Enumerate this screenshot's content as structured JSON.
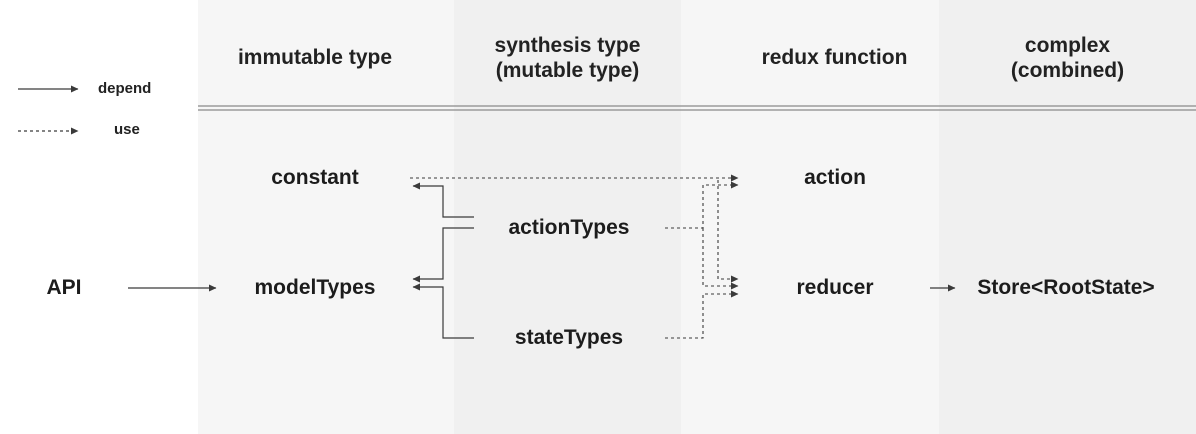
{
  "legend": {
    "solid_label": "depend",
    "dashed_label": "use"
  },
  "columns": [
    {
      "title_line1": "immutable type",
      "title_line2": ""
    },
    {
      "title_line1": "synthesis type",
      "title_line2": "(mutable type)"
    },
    {
      "title_line1": "redux function",
      "title_line2": ""
    },
    {
      "title_line1": "complex",
      "title_line2": "(combined)"
    }
  ],
  "nodes": {
    "api": "API",
    "constant": "constant",
    "modelTypes": "modelTypes",
    "actionTypes": "actionTypes",
    "stateTypes": "stateTypes",
    "action": "action",
    "reducer": "reducer",
    "store": "Store<RootState>"
  },
  "edges": [
    {
      "from": "api",
      "to": "modelTypes",
      "kind": "depend"
    },
    {
      "from": "actionTypes",
      "to": "constant",
      "kind": "depend"
    },
    {
      "from": "actionTypes",
      "to": "modelTypes",
      "kind": "depend"
    },
    {
      "from": "stateTypes",
      "to": "modelTypes",
      "kind": "depend"
    },
    {
      "from": "constant",
      "to": "action",
      "kind": "use"
    },
    {
      "from": "actionTypes",
      "to": "action",
      "kind": "use"
    },
    {
      "from": "actionTypes",
      "to": "reducer",
      "kind": "use"
    },
    {
      "from": "stateTypes",
      "to": "reducer",
      "kind": "use"
    },
    {
      "from": "action",
      "to": "reducer",
      "kind": "use"
    },
    {
      "from": "reducer",
      "to": "store",
      "kind": "depend"
    }
  ],
  "colors": {
    "line": "#3a3a3a",
    "column_light": "#f6f6f6",
    "column_dark": "#f0f0f0"
  }
}
